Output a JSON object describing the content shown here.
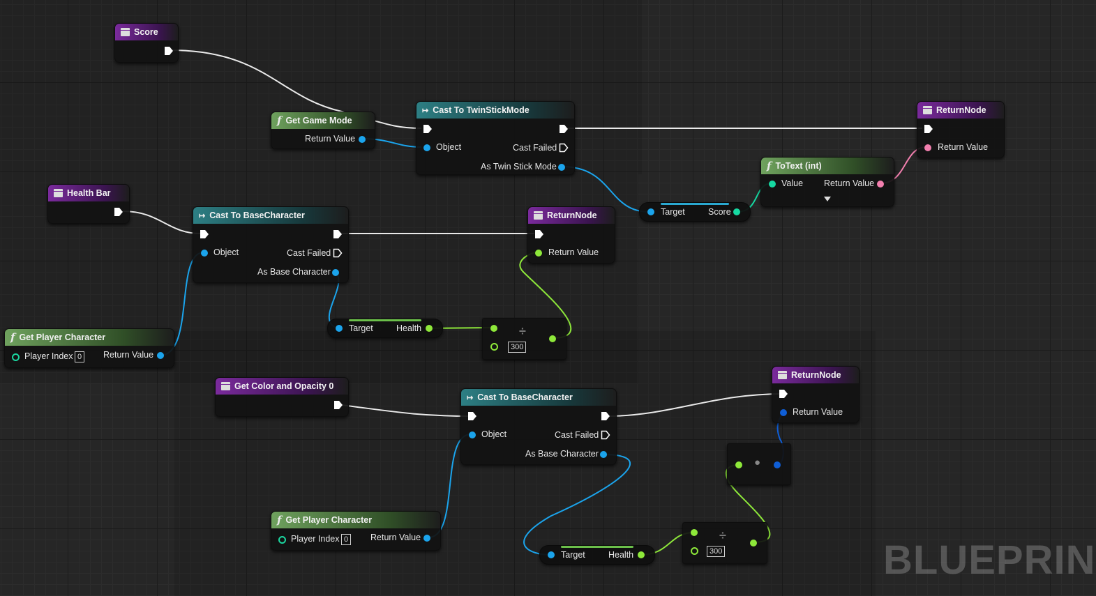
{
  "watermark": "BLUEPRINT",
  "colors": {
    "exec": "#ffffff",
    "object_pin": "#1ba4ec",
    "float_pin": "#8ee83a",
    "int_pin": "#16d9a2",
    "text_pin": "#f27fae",
    "variable_header": "#7a2a9c",
    "function_header": "#6fa25e",
    "cast_header": "#2d7f84"
  },
  "graph1": {
    "score_node": {
      "title": "Score"
    },
    "get_game_mode": {
      "title": "Get Game Mode",
      "return_label": "Return Value"
    },
    "cast_twinstick": {
      "title": "Cast To TwinStickMode",
      "object_label": "Object",
      "cast_failed_label": "Cast Failed",
      "as_label": "As Twin Stick Mode"
    },
    "score_getter": {
      "target_label": "Target",
      "value_label": "Score"
    },
    "to_text": {
      "title": "ToText (int)",
      "value_label": "Value",
      "return_label": "Return Value"
    },
    "return_node": {
      "title": "ReturnNode",
      "return_label": "Return Value"
    }
  },
  "graph2": {
    "health_bar_node": {
      "title": "Health Bar"
    },
    "cast_base": {
      "title": "Cast To BaseCharacter",
      "object_label": "Object",
      "cast_failed_label": "Cast Failed",
      "as_label": "As Base Character"
    },
    "get_player_character": {
      "title": "Get Player Character",
      "player_index_label": "Player Index",
      "player_index_value": "0",
      "return_label": "Return Value"
    },
    "health_getter": {
      "target_label": "Target",
      "value_label": "Health"
    },
    "divide_node": {
      "operator": "÷",
      "divisor_value": "300"
    },
    "return_node": {
      "title": "ReturnNode",
      "return_label": "Return Value"
    }
  },
  "graph3": {
    "color_opacity_node": {
      "title": "Get Color and Opacity 0"
    },
    "cast_base": {
      "title": "Cast To BaseCharacter",
      "object_label": "Object",
      "cast_failed_label": "Cast Failed",
      "as_label": "As Base Character"
    },
    "get_player_character": {
      "title": "Get Player Character",
      "player_index_label": "Player Index",
      "player_index_value": "0",
      "return_label": "Return Value"
    },
    "health_getter": {
      "target_label": "Target",
      "value_label": "Health"
    },
    "divide_node": {
      "operator": "÷",
      "divisor_value": "300"
    },
    "make_color_node": {
      "operator": "●"
    },
    "return_node": {
      "title": "ReturnNode",
      "return_label": "Return Value"
    }
  }
}
